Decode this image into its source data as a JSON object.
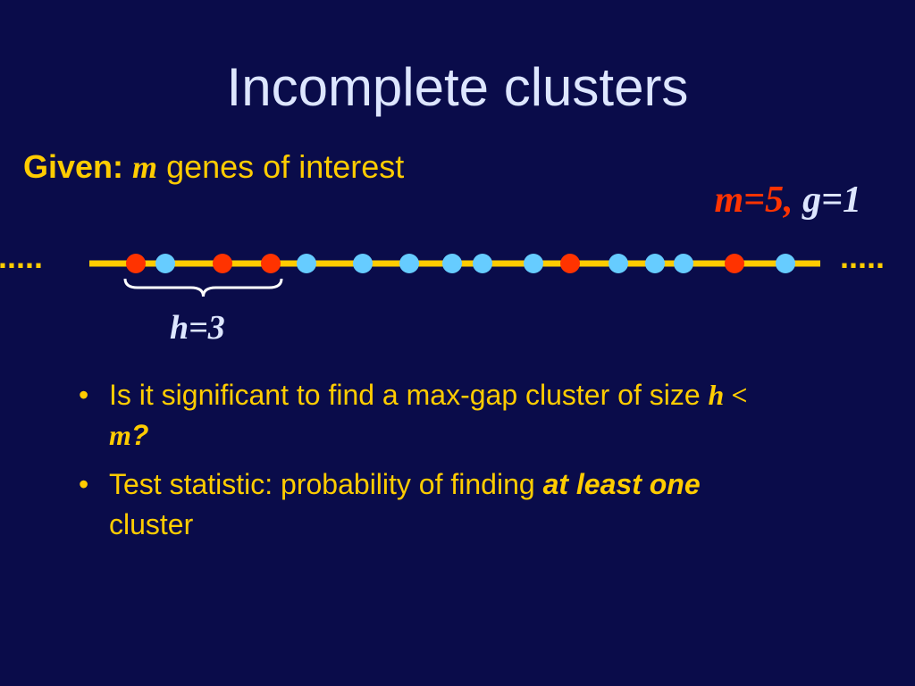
{
  "slide": {
    "title": "Incomplete clusters",
    "given": {
      "label": "Given:",
      "var": "m",
      "text": "genes of interest"
    },
    "params": {
      "m": "m=5,",
      "g": "g=1"
    },
    "genome": {
      "left_ellipsis": ".....",
      "right_ellipsis": ".....",
      "genes": [
        "red",
        "blue",
        "red",
        "red",
        "blue",
        "blue",
        "blue",
        "blue",
        "blue",
        "blue",
        "red",
        "blue",
        "blue",
        "blue",
        "red",
        "blue"
      ],
      "colors": {
        "red": "#ff3300",
        "blue": "#66ccff",
        "line": "#ffcc00"
      },
      "cluster_span_genes": [
        0,
        3
      ]
    },
    "h_label": "h=3",
    "bullets": [
      {
        "pre": "Is it significant to find a max-gap cluster of size ",
        "h": "h",
        "lt": " < ",
        "m": "m",
        "q": "?"
      },
      {
        "pre": "Test statistic: probability of finding ",
        "emph": "at least one",
        "post": " cluster"
      }
    ]
  }
}
